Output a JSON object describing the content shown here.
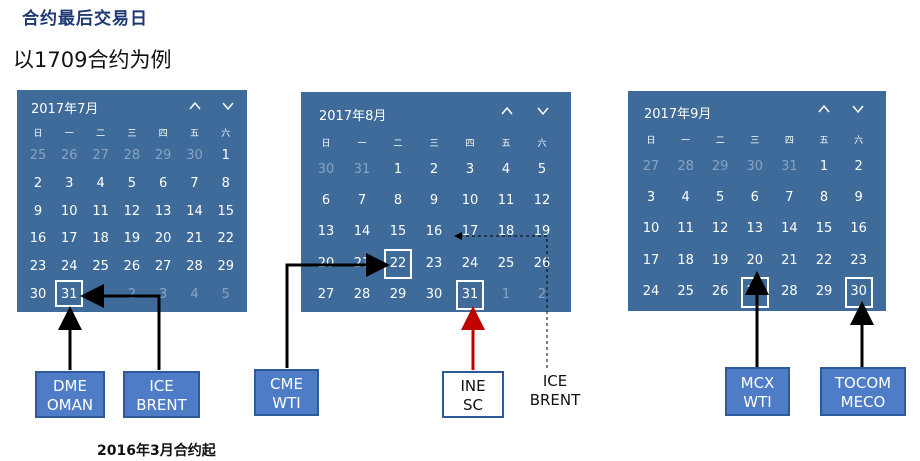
{
  "title": "合约最后交易日",
  "subtitle": "以1709合约为例",
  "note": "2016年3月合约起",
  "weekdays": [
    "日",
    "一",
    "二",
    "三",
    "四",
    "五",
    "六"
  ],
  "calendars": {
    "july": {
      "header": "2017年7月",
      "rows": [
        [
          "25",
          "26",
          "27",
          "28",
          "29",
          "30",
          "1"
        ],
        [
          "2",
          "3",
          "4",
          "5",
          "6",
          "7",
          "8"
        ],
        [
          "9",
          "10",
          "11",
          "12",
          "13",
          "14",
          "15"
        ],
        [
          "16",
          "17",
          "18",
          "19",
          "20",
          "21",
          "22"
        ],
        [
          "23",
          "24",
          "25",
          "26",
          "27",
          "28",
          "29"
        ],
        [
          "30",
          "31",
          "1",
          "2",
          "3",
          "4",
          "5"
        ]
      ]
    },
    "august": {
      "header": "2017年8月",
      "rows": [
        [
          "30",
          "31",
          "1",
          "2",
          "3",
          "4",
          "5"
        ],
        [
          "6",
          "7",
          "8",
          "9",
          "10",
          "11",
          "12"
        ],
        [
          "13",
          "14",
          "15",
          "16",
          "17",
          "18",
          "19"
        ],
        [
          "20",
          "21",
          "22",
          "23",
          "24",
          "25",
          "26"
        ],
        [
          "27",
          "28",
          "29",
          "30",
          "31",
          "1",
          "2"
        ]
      ]
    },
    "september": {
      "header": "2017年9月",
      "rows": [
        [
          "27",
          "28",
          "29",
          "30",
          "31",
          "1",
          "2"
        ],
        [
          "3",
          "4",
          "5",
          "6",
          "7",
          "8",
          "9"
        ],
        [
          "10",
          "11",
          "12",
          "13",
          "14",
          "15",
          "16"
        ],
        [
          "17",
          "18",
          "19",
          "20",
          "21",
          "22",
          "23"
        ],
        [
          "24",
          "25",
          "26",
          "27",
          "28",
          "29",
          "30"
        ]
      ]
    }
  },
  "labels": {
    "dme_oman": {
      "line1": "DME",
      "line2": "OMAN"
    },
    "ice_brent_jul": {
      "line1": "ICE",
      "line2": "BRENT"
    },
    "cme_wti": {
      "line1": "CME",
      "line2": "WTI"
    },
    "ine_sc": {
      "line1": "INE",
      "line2": "SC"
    },
    "ice_brent_aug": {
      "line1": "ICE",
      "line2": "BRENT"
    },
    "mcx_wti": {
      "line1": "MCX",
      "line2": "WTI"
    },
    "tocom_meco": {
      "line1": "TOCOM",
      "line2": "MECO"
    }
  },
  "colors": {
    "calendar_bg": "#3e6b9a",
    "label_bg": "#4e7cc7",
    "arrow_black": "#000000",
    "arrow_red": "#c00000"
  }
}
